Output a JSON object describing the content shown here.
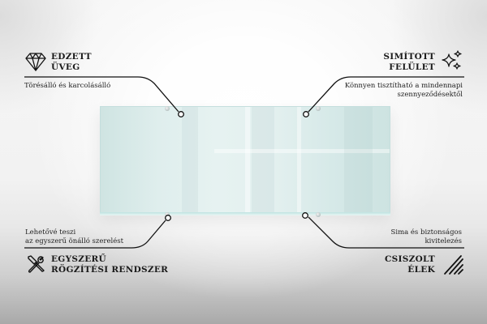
{
  "features": {
    "tempered_glass": {
      "title_line1": "EDZETT",
      "title_line2": "ÜVEG",
      "description": "Törésálló és karcolásálló",
      "icon": "diamond-icon"
    },
    "smooth_surface": {
      "title_line1": "SIMÍTOTT",
      "title_line2": "FELÜLET",
      "description_line1": "Könnyen tisztítható a mindennapi",
      "description_line2": "szennyeződésektől",
      "icon": "sparkles-icon"
    },
    "mounting_system": {
      "title_line1": "EGYSZERŰ",
      "title_line2": "RÖGZÍTÉSI RENDSZER",
      "description_line1": "Lehetővé teszi",
      "description_line2": "az egyszerű önálló szerelést",
      "icon": "tools-icon"
    },
    "polished_edges": {
      "title_line1": "CSISZOLT",
      "title_line2": "ÉLEK",
      "description_line1": "Sima és biztonságos",
      "description_line2": "kivitelezés",
      "icon": "polished-edge-icon"
    }
  },
  "colors": {
    "line": "#111111",
    "glass": "#dcedec",
    "glass_edge": "#bfe2e0"
  }
}
